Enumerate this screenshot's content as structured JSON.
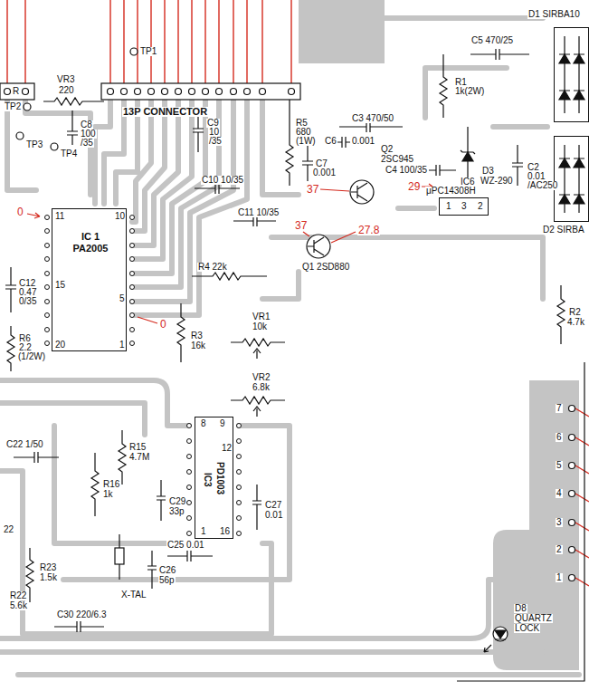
{
  "diagram": {
    "nodes": [
      {
        "text": [
          "IC 1 PA2005"
        ]
      },
      {
        "text": [
          "IC3",
          "PD1003"
        ]
      },
      {
        "text": [
          "1",
          "3",
          "2"
        ]
      },
      {
        "text": [
          "D1 SIRBA10"
        ]
      },
      {
        "text": [
          "D2 SIRBA"
        ]
      }
    ],
    "labels": [
      "R",
      "TP1",
      "VR3",
      "220",
      "TP2",
      "13P CONNECTOR",
      "C8",
      "100",
      "/35",
      "TP3",
      "TP4",
      "C9",
      "10",
      "/35",
      "R5",
      "680",
      "(1W)",
      "R1",
      "1k(2W)",
      "C5 470/25",
      "C2",
      "0.01",
      "/AC250",
      "D3",
      "WZ-290",
      "C3 470/50",
      "C6",
      "0.001",
      "C7",
      "0.001",
      "Q2",
      "2SC945",
      "37",
      "37",
      "29",
      "27.8",
      "C4 100/35",
      "IC6",
      "μPC14308H",
      "Q1 2SD880",
      "C10 10/35",
      "C11 10/35",
      "0",
      "11",
      "10",
      "15",
      "5",
      "20",
      "1",
      "0",
      "C12",
      "0.47",
      "0/35",
      "R6",
      "2.2",
      "(1/2W)",
      "R4 22k",
      "R3",
      "16k",
      "VR1",
      "10k",
      "VR2",
      "6.8k",
      "R2",
      "4.7k",
      "7",
      "6",
      "5",
      "4",
      "3",
      "2",
      "1",
      "C22 1/50",
      "22",
      "R15",
      "4.7M",
      "R16",
      "1k",
      "8",
      "9",
      "12",
      "16",
      "1",
      "C29",
      "33p",
      "C27",
      "0.01",
      "C25 0.01",
      "C26",
      "56p",
      "X-TAL",
      "R23",
      "1.5k",
      "R22",
      "5.6k",
      "C30 220/6.3",
      "D8",
      "QUARTZ",
      "LOCK"
    ]
  }
}
